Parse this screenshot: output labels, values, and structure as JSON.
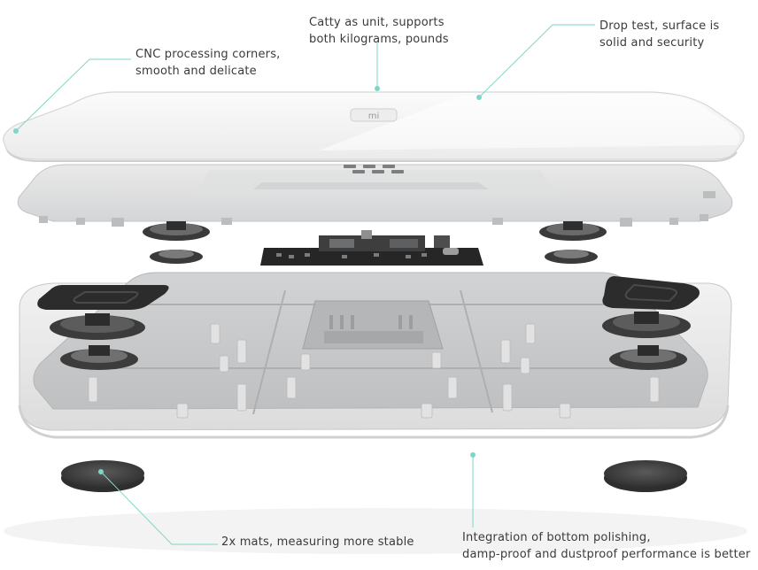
{
  "callouts": {
    "cnc": {
      "line1": "CNC processing corners,",
      "line2": "smooth and delicate"
    },
    "catty": {
      "line1": "Catty as unit, supports",
      "line2": "both kilograms, pounds"
    },
    "drop": {
      "line1": "Drop test, surface is",
      "line2": "solid and security"
    },
    "mats": {
      "line1": "2x mats, measuring more stable"
    },
    "bottom": {
      "line1": "Integration of bottom polishing,",
      "line2": "damp-proof and dustproof performance is better"
    }
  },
  "logo": {
    "text": "mi"
  },
  "colors": {
    "accent": "#7fd6c8",
    "text": "#3a3a3a",
    "top_glass": "#f4f4f5",
    "frame": "#d9dadb",
    "base": "#c8c9ca",
    "base_rim": "#ececec",
    "sensor_dark": "#2c2c2c",
    "pcb": "#262626"
  }
}
